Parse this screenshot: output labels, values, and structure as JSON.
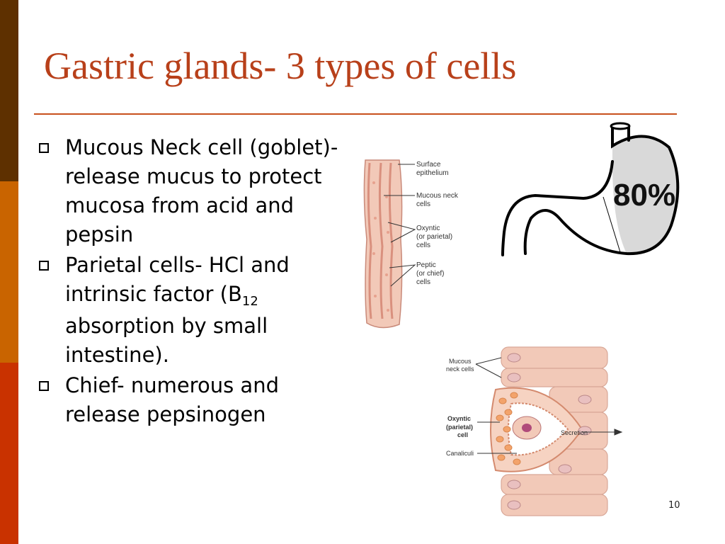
{
  "slide": {
    "title": "Gastric glands- 3 types of cells",
    "page_number": "10",
    "bullets": [
      {
        "text": "Mucous Neck cell (goblet)- release mucus to protect mucosa from acid and pepsin"
      },
      {
        "text_before": "Parietal cells- HCl and intrinsic factor (B",
        "subscript": "12",
        "text_after": " absorption by small intestine)."
      },
      {
        "text": "Chief- numerous and release pepsinogen"
      }
    ]
  },
  "stomach_figure": {
    "percent_label": "80%"
  },
  "gland_figure": {
    "labels": {
      "surface": "Surface",
      "epithelium": "epithelium",
      "mucous_neck": "Mucous neck",
      "cells": "cells",
      "oxyntic": "Oxyntic",
      "or_parietal": "(or parietal)",
      "cells2": "cells",
      "peptic": "Peptic",
      "or_chief": "(or chief)",
      "cells3": "cells"
    }
  },
  "cell_figure": {
    "labels": {
      "mucous": "Mucous",
      "neck_cells": "neck cells",
      "oxyntic": "Oxyntic",
      "parietal": "(parietal)",
      "cell": "cell",
      "canaliculi": "Canaliculi",
      "secretion": "Secretion"
    }
  },
  "colors": {
    "title": "#b8401a",
    "rule": "#c8501c",
    "sidebar_top": "#5e3000",
    "sidebar_mid": "#c96400",
    "sidebar_bottom": "#c93200",
    "tissue": "#f2c9b8"
  }
}
